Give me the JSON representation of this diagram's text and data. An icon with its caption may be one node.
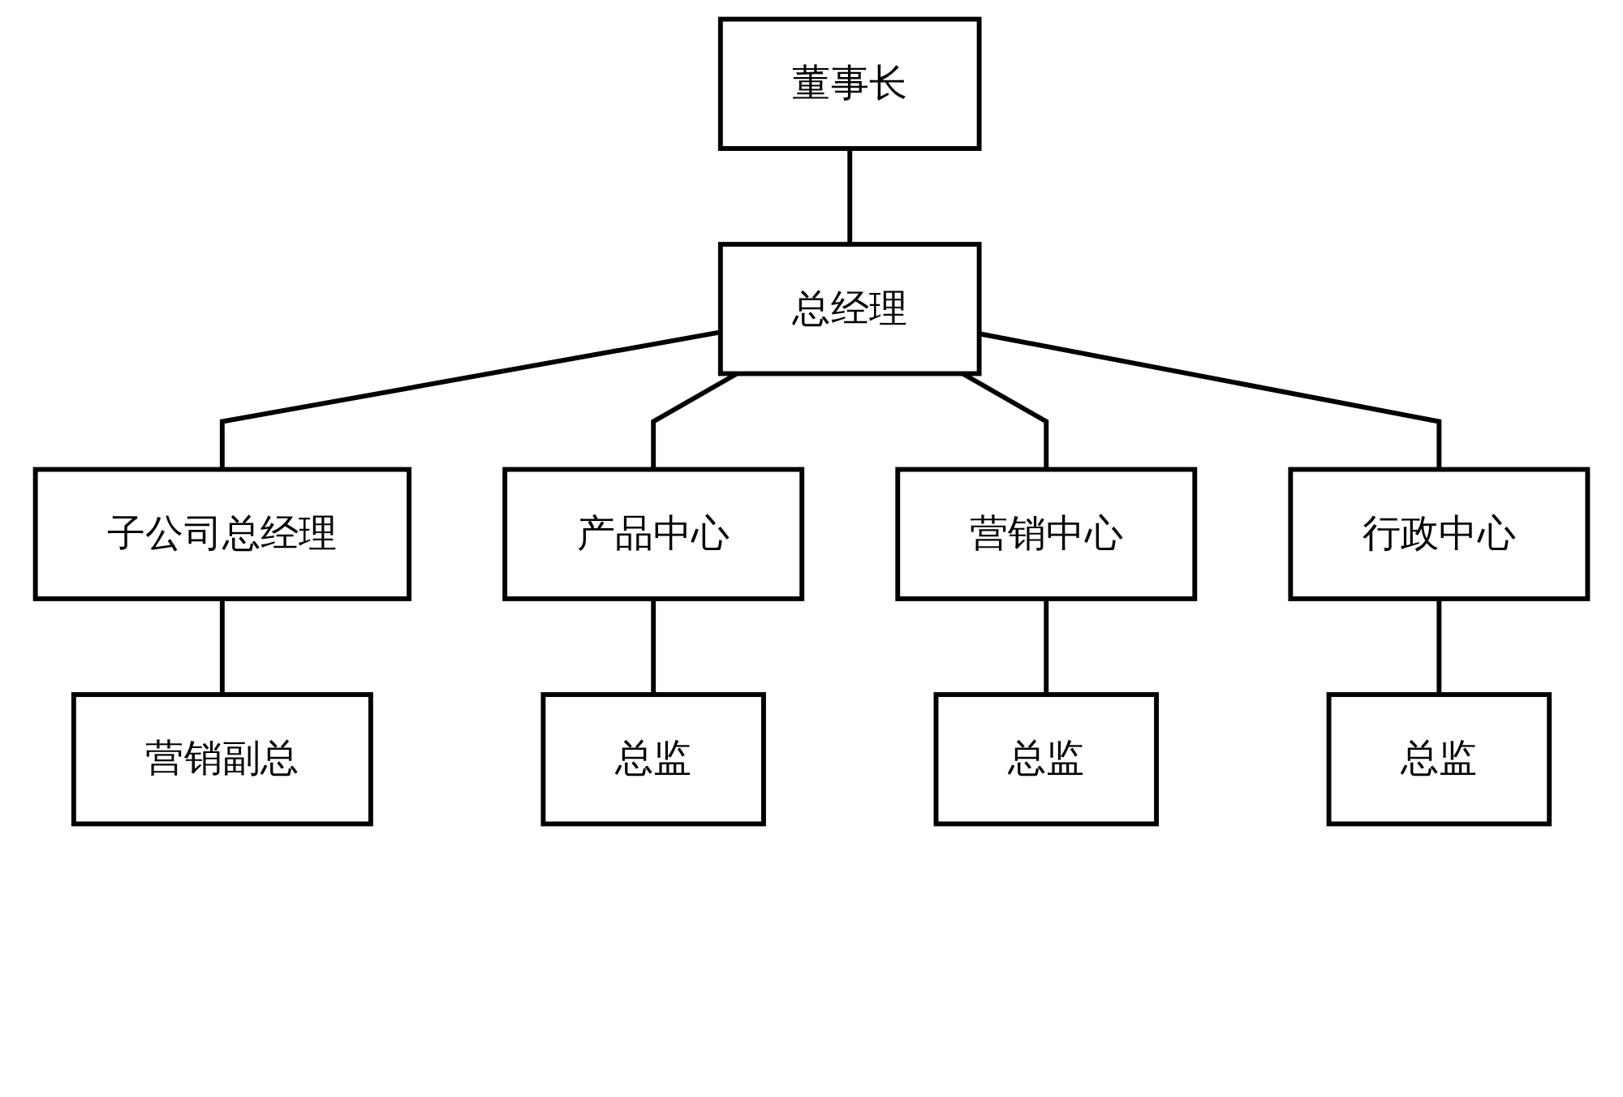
{
  "diagram": {
    "nodes": [
      {
        "text": [
          "董事长"
        ]
      },
      {
        "text": [
          "总经理"
        ]
      },
      {
        "text": [
          "子公司总经理"
        ]
      },
      {
        "text": [
          "产品中心"
        ]
      },
      {
        "text": [
          "营销中心"
        ]
      },
      {
        "text": [
          "行政中心"
        ]
      },
      {
        "text": [
          "总监"
        ]
      },
      {
        "text": [
          "总监"
        ]
      },
      {
        "text": [
          "总监"
        ]
      },
      {
        "text": [
          "营销副总"
        ]
      }
    ],
    "edges": [
      {
        "from": 0,
        "to": 1,
        "arrow": "none"
      },
      {
        "from": 1,
        "to": 2,
        "arrow": "none"
      },
      {
        "from": 1,
        "to": 3,
        "arrow": "none"
      },
      {
        "from": 1,
        "to": 4,
        "arrow": "none"
      },
      {
        "from": 1,
        "to": 5,
        "arrow": "none"
      },
      {
        "from": 3,
        "to": 6,
        "arrow": "none"
      },
      {
        "from": 4,
        "to": 7,
        "arrow": "none"
      },
      {
        "from": 5,
        "to": 8,
        "arrow": "none"
      },
      {
        "from": 2,
        "to": 9,
        "arrow": "none"
      }
    ]
  }
}
